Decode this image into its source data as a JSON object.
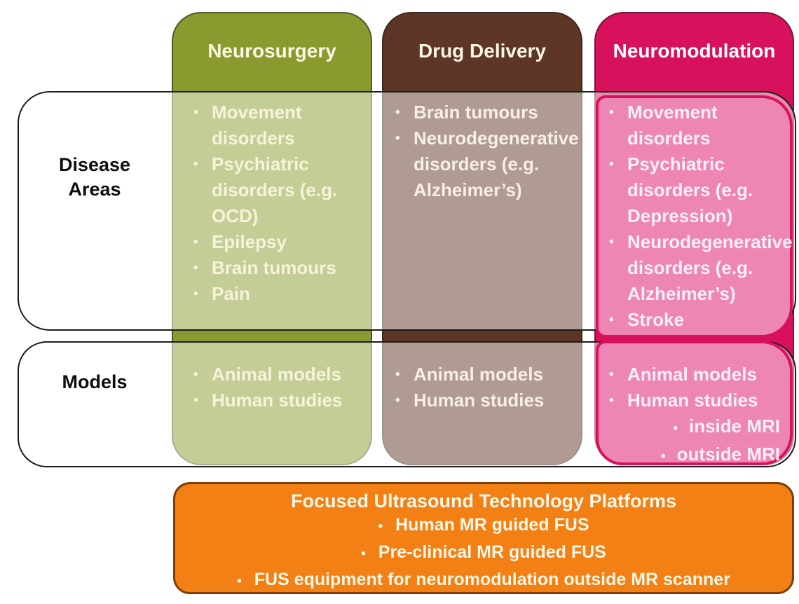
{
  "palette": {
    "neurosurgery_dark": "#8B9A2F",
    "neurosurgery_light": "#CBD193",
    "drug_delivery_dark": "#5E3625",
    "drug_delivery_light": "#B49A91",
    "neuromodulation_dark": "#D8115C",
    "neuromodulation_light": "#EE86B3",
    "platforms_orange": "#F28015",
    "row_border_black": "#1C1C1C"
  },
  "rows": {
    "disease_label": "Disease Areas",
    "models_label": "Models"
  },
  "columns": [
    {
      "title": "Neurosurgery",
      "disease_areas": [
        "Movement disorders",
        "Psychiatric disorders (e.g. OCD)",
        "Epilepsy",
        "Brain tumours",
        "Pain"
      ],
      "models": [
        "Animal models",
        "Human studies"
      ]
    },
    {
      "title": "Drug Delivery",
      "disease_areas": [
        "Brain tumours",
        "Neurodegenerative disorders (e.g. Alzheimer’s)"
      ],
      "models": [
        "Animal models",
        "Human studies"
      ]
    },
    {
      "title": "Neuromodulation",
      "disease_areas": [
        "Movement disorders",
        "Psychiatric disorders (e.g. Depression)",
        "Neurodegenerative disorders (e.g. Alzheimer’s)",
        "Stroke"
      ],
      "models": [
        "Animal models",
        "Human studies"
      ],
      "models_sub": [
        "inside MRI",
        "outside MRI"
      ]
    }
  ],
  "platforms": {
    "title": "Focused Ultrasound Technology Platforms",
    "items": [
      "Human MR guided FUS",
      "Pre-clinical MR guided FUS",
      "FUS  equipment for neuromodulation outside MR scanner"
    ]
  }
}
